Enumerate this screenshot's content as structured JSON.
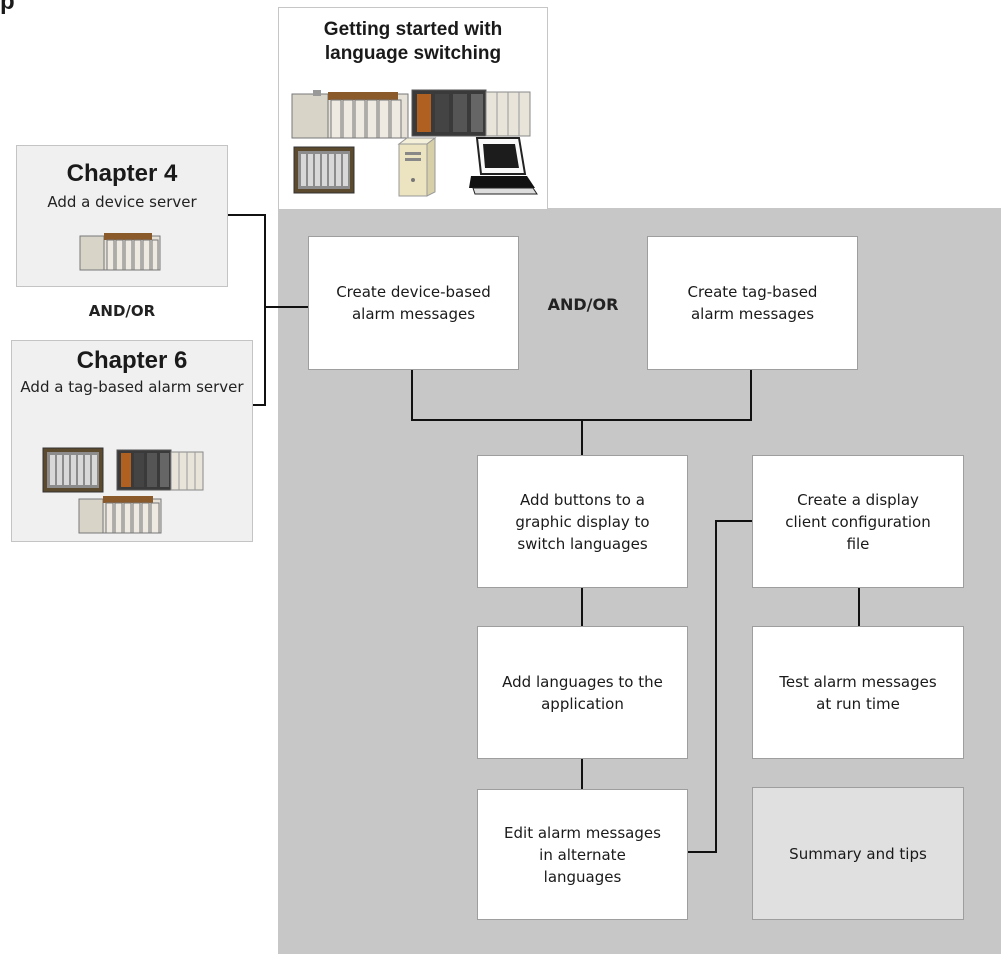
{
  "title_fragment": "p",
  "top_box": {
    "heading": "Getting started with\nlanguage switching"
  },
  "chapters": [
    {
      "chapter": "Chapter 4",
      "description": "Add a device server"
    },
    {
      "chapter": "Chapter 6",
      "description": "Add a tag-based\nalarm server"
    }
  ],
  "side_connector": "AND/OR",
  "steps": {
    "device_messages": "Create device-based\nalarm messages",
    "or_label": "AND/OR",
    "tag_messages": "Create tag-based\nalarm messages",
    "add_buttons": "Add buttons to a\ngraphic display to\nswitch languages",
    "add_languages": "Add languages to the\napplication",
    "edit_messages": "Edit alarm messages\nin alternate\nlanguages",
    "client_config": "Create a display\nclient configuration\nfile",
    "test_messages": "Test alarm messages\nat run time",
    "summary": "Summary and tips"
  },
  "icons": [
    "controller-rack-icon",
    "compact-controller-icon",
    "io-chassis-icon",
    "server-tower-icon",
    "workstation-computer-icon"
  ]
}
